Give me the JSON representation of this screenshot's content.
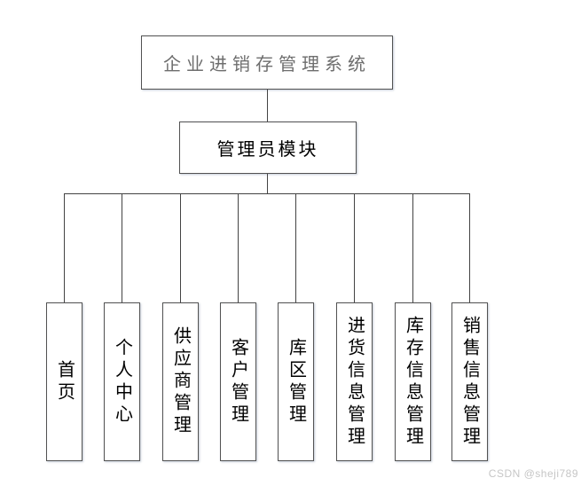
{
  "diagram": {
    "root": {
      "label": "企业进销存管理系统"
    },
    "module": {
      "label": "管理员模块"
    },
    "children": [
      {
        "label": "首页"
      },
      {
        "label": "个人中心"
      },
      {
        "label": "供应商管理"
      },
      {
        "label": "客户管理"
      },
      {
        "label": "库区管理"
      },
      {
        "label": "进货信息管理"
      },
      {
        "label": "库存信息管理"
      },
      {
        "label": "销售信息管理"
      }
    ]
  },
  "watermark": "CSDN @sheji789",
  "colors": {
    "background": "#ffffff",
    "box_border": "#525252",
    "connector_line": "#434343",
    "root_text": "#6e6e6e",
    "node_text": "#000000",
    "watermark_text": "#c6c6c6"
  }
}
